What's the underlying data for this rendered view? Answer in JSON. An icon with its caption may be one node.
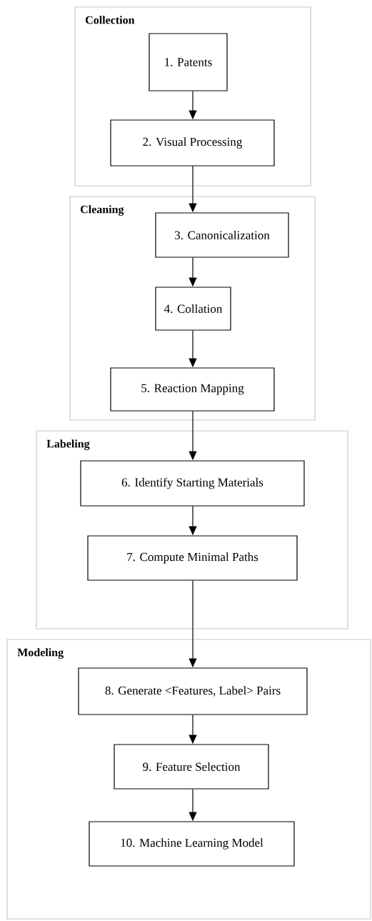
{
  "diagram": {
    "nodes": [
      {
        "text": [
          "Collection"
        ]
      },
      {
        "text": [
          "1. Patents"
        ],
        "in": 0
      },
      {
        "text": [
          "2. Visual Processing"
        ],
        "in": 0
      },
      {
        "text": [
          "Cleaning"
        ]
      },
      {
        "text": [
          "3. Canonicalization"
        ],
        "in": 3
      },
      {
        "text": [
          "4. Collation"
        ],
        "in": 3
      },
      {
        "text": [
          "5. Reaction Mapping"
        ],
        "in": 3
      },
      {
        "text": [
          "Labeling"
        ]
      },
      {
        "text": [
          "6. Identify Starting Materials"
        ],
        "in": 7
      },
      {
        "text": [
          "7. Compute Minimal Paths"
        ],
        "in": 7
      },
      {
        "text": [
          "Modeling"
        ]
      },
      {
        "text": [
          "8. Generate <Features, Label> Pairs"
        ],
        "in": 10
      },
      {
        "text": [
          "9. Feature Selection"
        ],
        "in": 10
      },
      {
        "text": [
          "10. Machine Learning Model"
        ],
        "in": 10
      }
    ],
    "edges": [
      {
        "from": 1,
        "to": 2,
        "arrow": "to"
      },
      {
        "from": 2,
        "to": 4,
        "arrow": "to"
      },
      {
        "from": 4,
        "to": 5,
        "arrow": "to"
      },
      {
        "from": 5,
        "to": 6,
        "arrow": "to"
      },
      {
        "from": 6,
        "to": 8,
        "arrow": "to"
      },
      {
        "from": 8,
        "to": 9,
        "arrow": "to"
      },
      {
        "from": 9,
        "to": 11,
        "arrow": "to"
      },
      {
        "from": 11,
        "to": 12,
        "arrow": "to"
      },
      {
        "from": 12,
        "to": 13,
        "arrow": "to"
      }
    ]
  }
}
